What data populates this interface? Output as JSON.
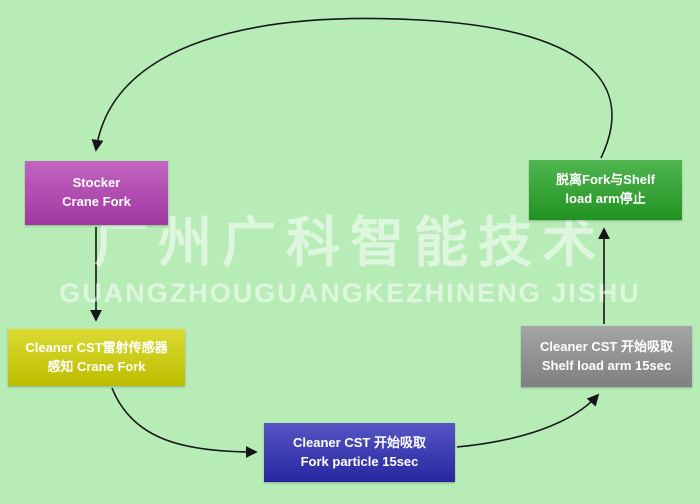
{
  "canvas": {
    "background_color": "#b7ecb7"
  },
  "watermark": {
    "cn": "广州广科智能技术",
    "en": "GUANGZHOUGUANGKEZHINENG JISHU"
  },
  "nodes": {
    "stocker_crane_fork": {
      "line1": "Stocker",
      "line2": "Crane Fork",
      "color": "#b33eb3"
    },
    "cst_laser_sensor": {
      "line1": "Cleaner CST雷射传感器",
      "line2": "感知 Crane Fork",
      "color": "#d2d200"
    },
    "cst_fork_particle": {
      "line1": "Cleaner CST 开始吸取",
      "line2": "Fork particle 15sec",
      "color": "#2b2bb4"
    },
    "cst_shelf_load": {
      "line1": "Cleaner CST 开始吸取",
      "line2": "Shelf load arm 15sec",
      "color": "#8e8e8e"
    },
    "detach_stop": {
      "line1": "脱离Fork与Shelf",
      "line2": "load arm停止",
      "color": "#25a325"
    }
  }
}
